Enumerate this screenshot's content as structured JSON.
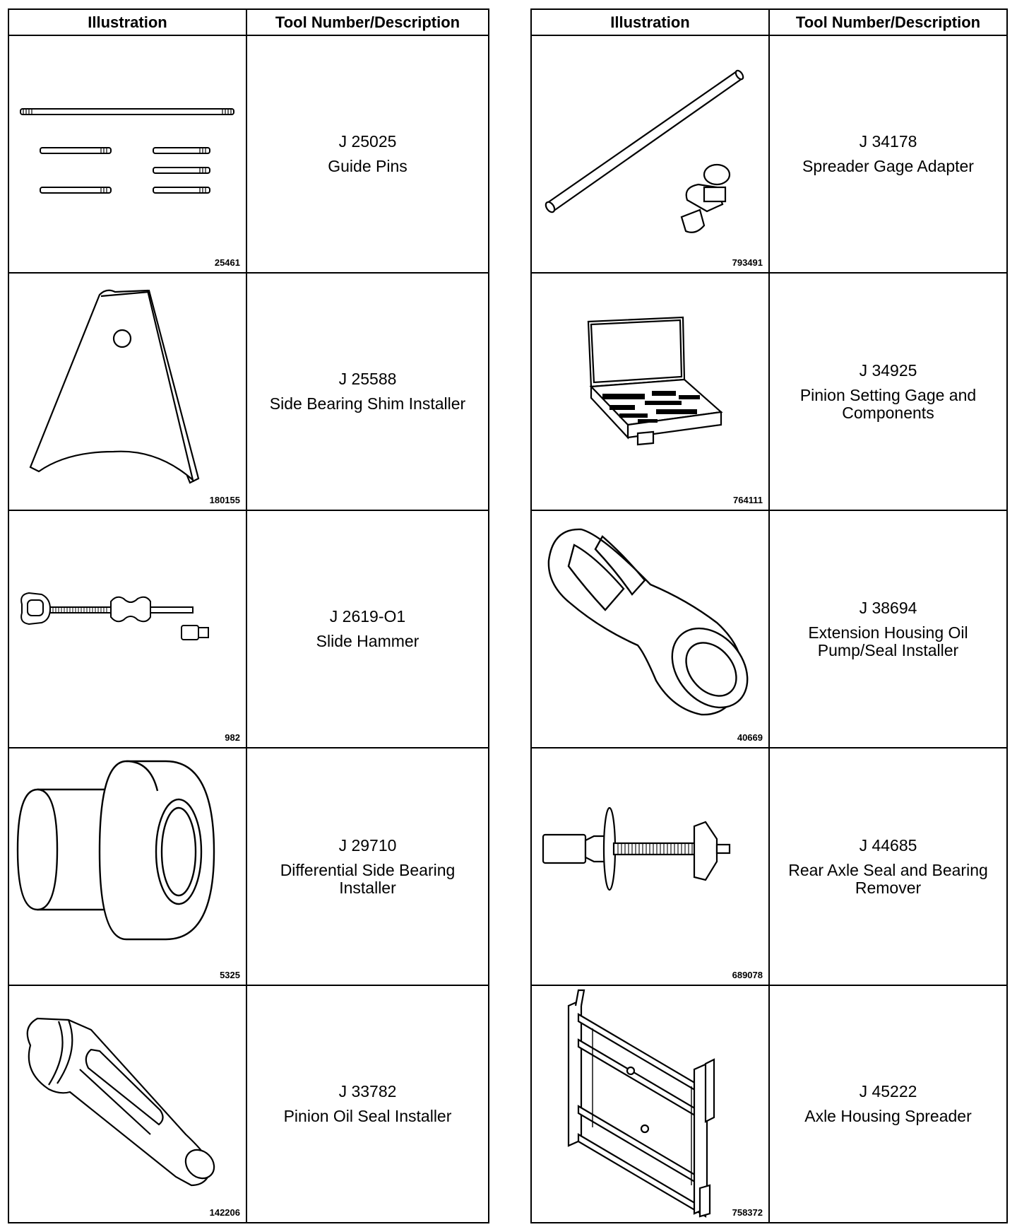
{
  "headers": {
    "illustration": "Illustration",
    "tool": "Tool Number/Description"
  },
  "left": [
    {
      "number": "J 25025",
      "desc": [
        "Guide Pins"
      ],
      "fig": "25461"
    },
    {
      "number": "J 25588",
      "desc": [
        "Side Bearing Shim Installer"
      ],
      "fig": "180155"
    },
    {
      "number": "J 2619-O1",
      "desc": [
        "Slide Hammer"
      ],
      "fig": "982"
    },
    {
      "number": "J 29710",
      "desc": [
        "Differential Side Bearing",
        "Installer"
      ],
      "fig": "5325"
    },
    {
      "number": "J 33782",
      "desc": [
        "Pinion Oil Seal Installer"
      ],
      "fig": "142206"
    }
  ],
  "right": [
    {
      "number": "J 34178",
      "desc": [
        "Spreader Gage Adapter"
      ],
      "fig": "793491"
    },
    {
      "number": "J 34925",
      "desc": [
        "Pinion Setting Gage and",
        "Components"
      ],
      "fig": "764111"
    },
    {
      "number": "J 38694",
      "desc": [
        "Extension Housing Oil",
        "Pump/Seal Installer"
      ],
      "fig": "40669"
    },
    {
      "number": "J 44685",
      "desc": [
        "Rear Axle Seal and Bearing",
        "Remover"
      ],
      "fig": "689078"
    },
    {
      "number": "J 45222",
      "desc": [
        "Axle Housing Spreader"
      ],
      "fig": "758372"
    }
  ]
}
